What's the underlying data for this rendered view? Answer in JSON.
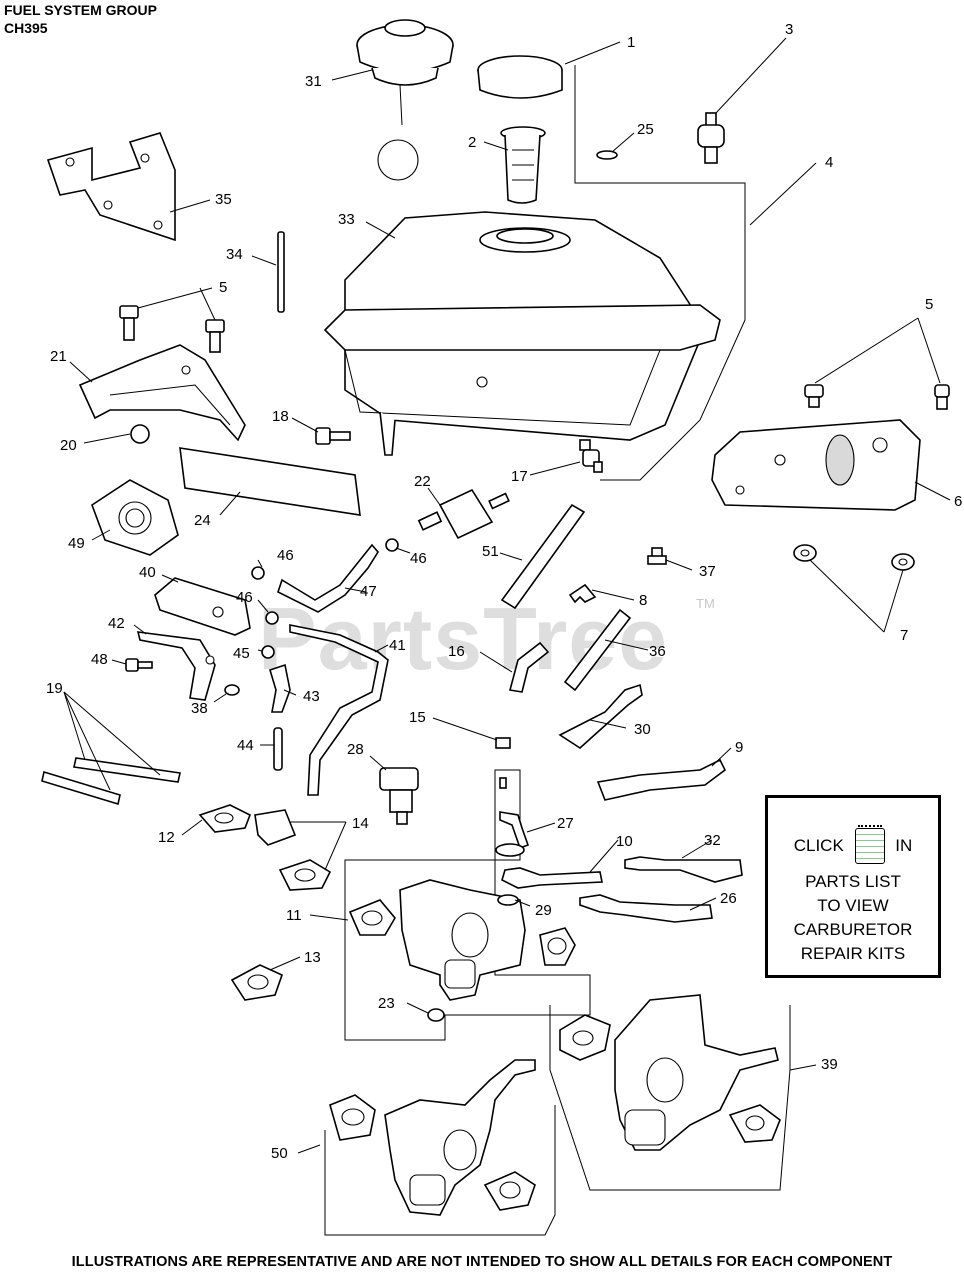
{
  "header": {
    "title": "FUEL SYSTEM GROUP",
    "model": "CH395"
  },
  "watermark": {
    "text": "PartsTree",
    "tm": "TM"
  },
  "callout": {
    "click": "CLICK",
    "in": "IN",
    "lines": [
      "PARTS LIST",
      "TO VIEW",
      "CARBURETOR",
      "REPAIR KITS"
    ],
    "icon": "notepad-icon"
  },
  "footer": {
    "text": "ILLUSTRATIONS ARE REPRESENTATIVE AND ARE NOT INTENDED TO SHOW ALL DETAILS FOR EACH COMPONENT"
  },
  "part_labels": {
    "p1": "1",
    "p2": "2",
    "p3": "3",
    "p4": "4",
    "p5a": "5",
    "p5b": "5",
    "p6": "6",
    "p7": "7",
    "p8": "8",
    "p9": "9",
    "p10": "10",
    "p11": "11",
    "p12": "12",
    "p13": "13",
    "p14": "14",
    "p15": "15",
    "p16": "16",
    "p17": "17",
    "p18": "18",
    "p19": "19",
    "p20": "20",
    "p21": "21",
    "p22": "22",
    "p23": "23",
    "p24": "24",
    "p25": "25",
    "p26": "26",
    "p27": "27",
    "p28": "28",
    "p29": "29",
    "p30": "30",
    "p31": "31",
    "p32": "32",
    "p33": "33",
    "p34": "34",
    "p35": "35",
    "p36": "36",
    "p37": "37",
    "p38": "38",
    "p39": "39",
    "p40": "40",
    "p41": "41",
    "p42": "42",
    "p43": "43",
    "p44": "44",
    "p45": "45",
    "p46a": "46",
    "p46b": "46",
    "p46c": "46",
    "p47": "47",
    "p48": "48",
    "p49": "49",
    "p50": "50",
    "p51": "51"
  }
}
